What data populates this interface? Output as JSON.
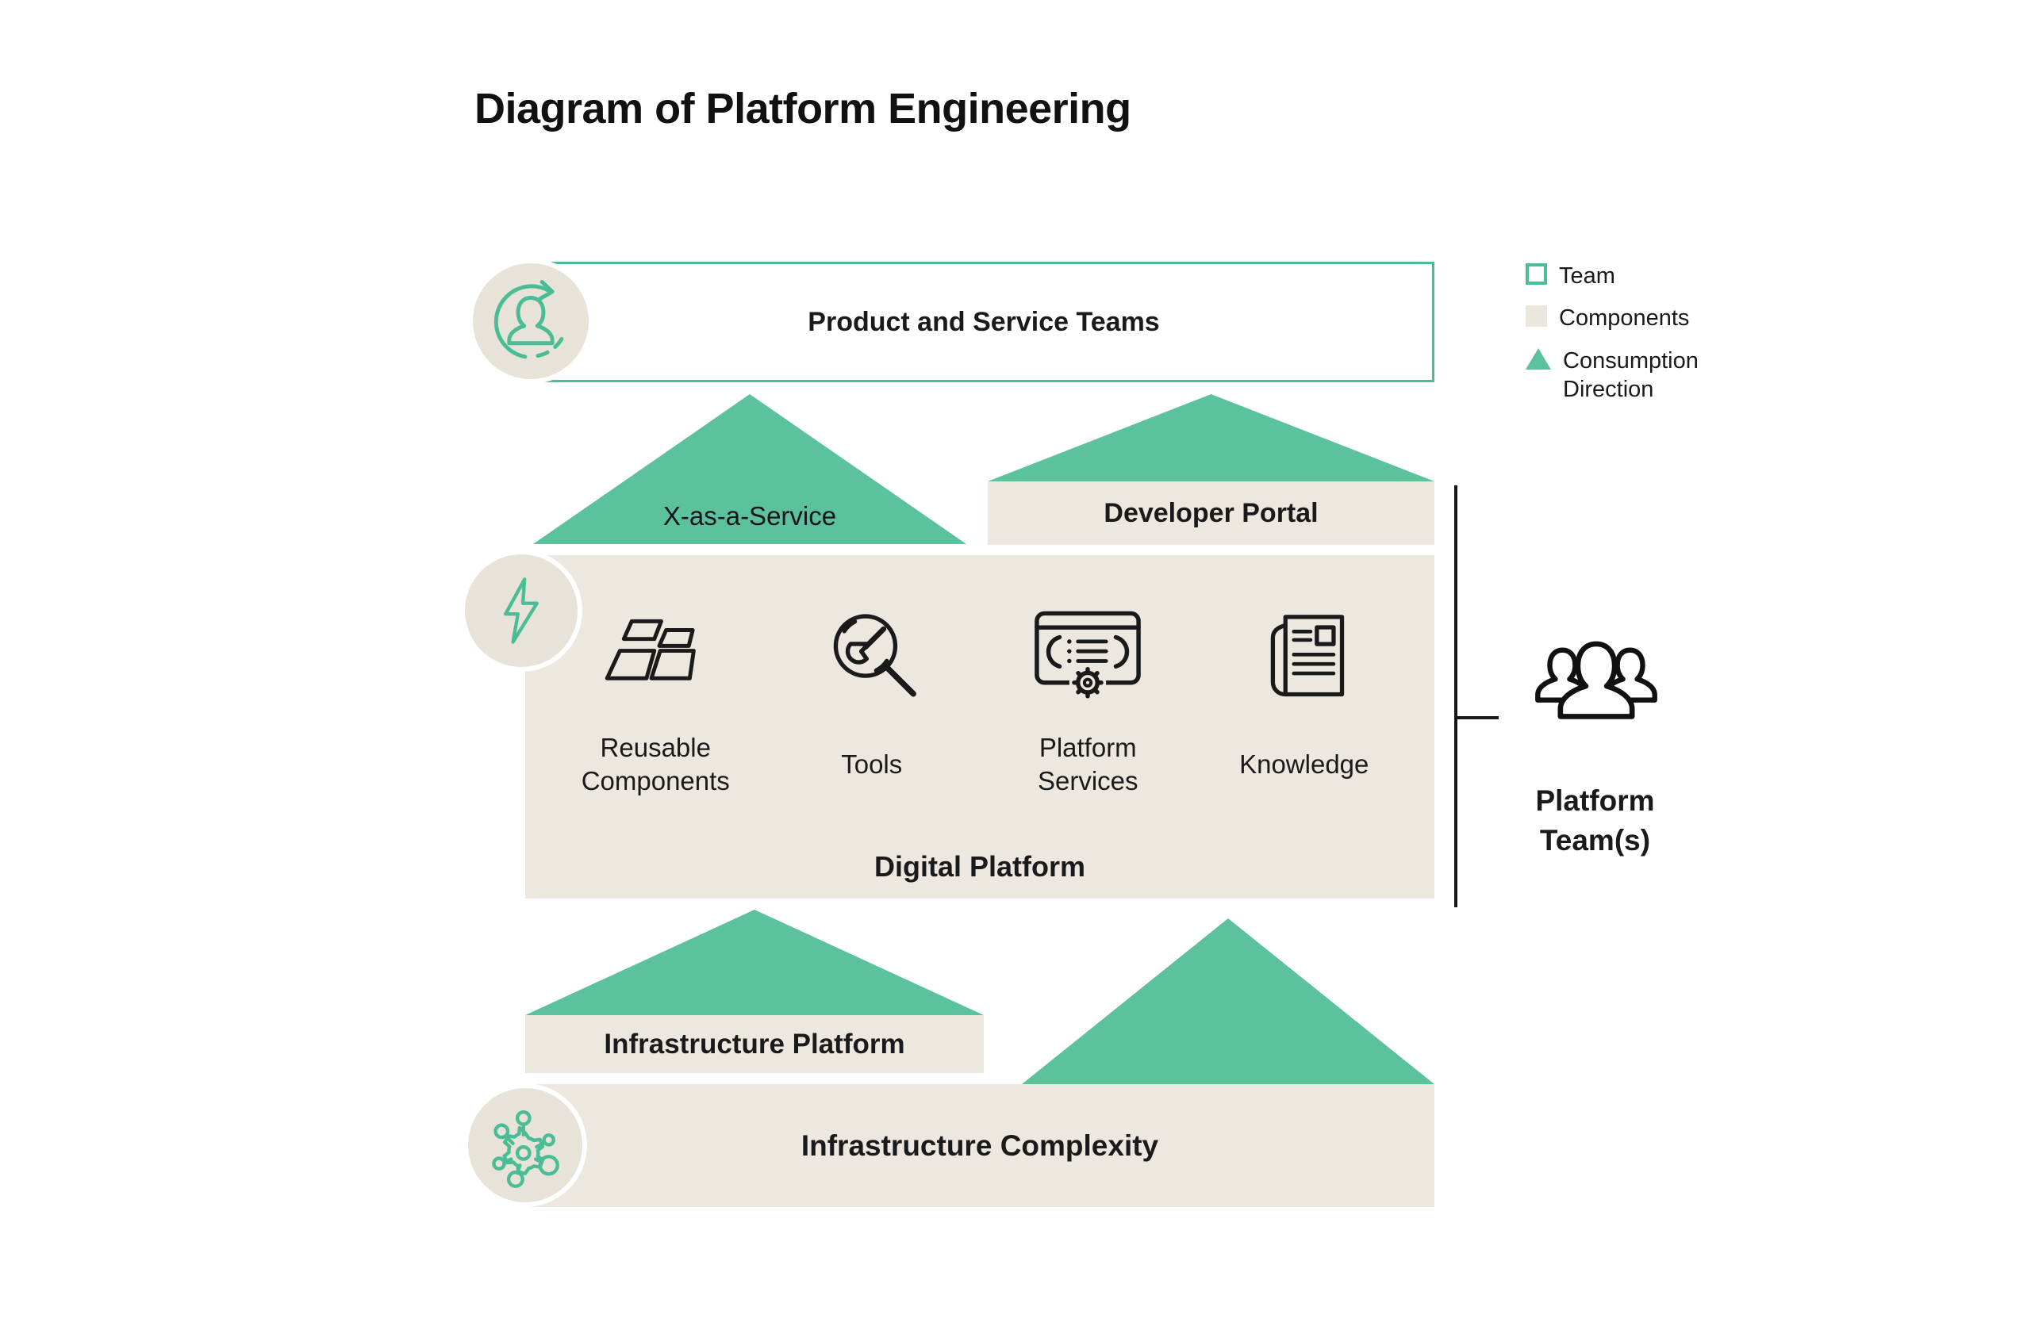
{
  "title": "Diagram of Platform Engineering",
  "colors": {
    "green": "#5cc29c",
    "green_stroke": "#4bbd96",
    "beige": "#ece8df",
    "circle_beige": "#e8e3d9",
    "ink": "#1a1a1a"
  },
  "legend": {
    "items": [
      {
        "label": "Team",
        "swatch": "team-outline-square"
      },
      {
        "label": "Components",
        "swatch": "components-filled-square"
      },
      {
        "label": "Consumption Direction",
        "swatch": "consumption-triangle"
      }
    ]
  },
  "top_box": {
    "label": "Product and Service Teams",
    "icon": "user-cycle-icon"
  },
  "arrows": {
    "xaas": "X-as-a-Service",
    "developer_portal": "Developer Portal"
  },
  "digital_platform": {
    "label": "Digital Platform",
    "icon": "lightning-icon",
    "components": [
      {
        "label": "Reusable Components",
        "icon": "reusable-components-icon"
      },
      {
        "label": "Tools",
        "icon": "tools-icon"
      },
      {
        "label": "Platform Services",
        "icon": "platform-services-icon"
      },
      {
        "label": "Knowledge",
        "icon": "knowledge-icon"
      }
    ]
  },
  "platform_team": {
    "label": "Platform Team(s)",
    "icon": "people-group-icon"
  },
  "infrastructure": {
    "platform_label": "Infrastructure Platform",
    "complexity_label": "Infrastructure Complexity",
    "icon": "network-icon"
  }
}
